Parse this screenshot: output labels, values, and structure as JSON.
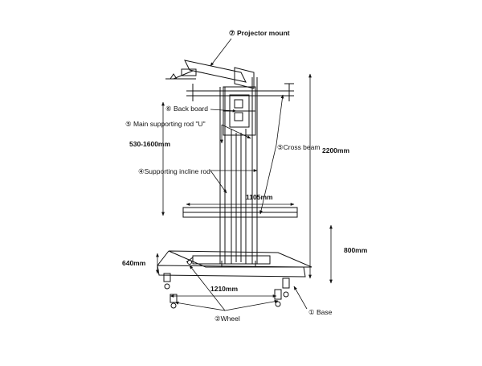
{
  "labels": {
    "projector_mount": "⑦ Projector mount",
    "back_board": "⑥ Back board",
    "main_rod": "⑤ Main supporting rod \"U\"",
    "cross_beam": "⑤Cross beam",
    "incline_rod": "④Supporting incline rod",
    "wheel": "②Wheel",
    "base": "① Base"
  },
  "dimensions": {
    "height_range": "530-1600mm",
    "total_height": "2200mm",
    "beam_width": "1105mm",
    "base_height": "800mm",
    "base_depth": "640mm",
    "base_width": "1210mm"
  },
  "colors": {
    "line": "#111111",
    "background": "#ffffff"
  }
}
